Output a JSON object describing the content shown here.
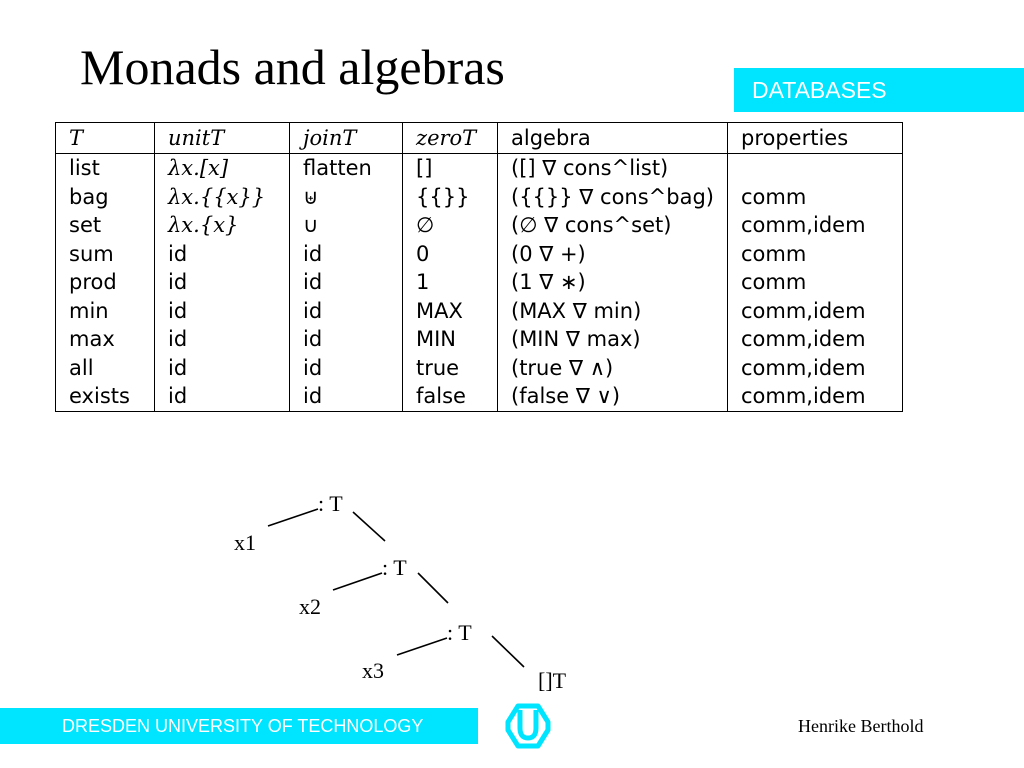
{
  "slide": {
    "title": "Monads and algebras",
    "banner": "DATABASES",
    "footer": "DRESDEN UNIVERSITY OF TECHNOLOGY",
    "author": "Henrike Berthold",
    "accent_color": "#00e5ff"
  },
  "table": {
    "headers": [
      "T",
      "unitT",
      "joinT",
      "zeroT",
      "algebra",
      "properties"
    ],
    "rows": [
      [
        "list",
        "λx.[x]",
        "flatten",
        "[]",
        "([] ∇ cons^list)",
        ""
      ],
      [
        "bag",
        "λx.{{x}}",
        "⊎",
        "{{}}",
        "({{}} ∇ cons^bag)",
        "comm"
      ],
      [
        "set",
        "λx.{x}",
        "∪",
        "∅",
        "(∅ ∇ cons^set)",
        "comm,idem"
      ],
      [
        "sum",
        "id",
        "id",
        "0",
        "(0 ∇ +)",
        "comm"
      ],
      [
        "prod",
        "id",
        "id",
        "1",
        "(1 ∇ ∗)",
        "comm"
      ],
      [
        "min",
        "id",
        "id",
        "MAX",
        "(MAX ∇ min)",
        "comm,idem"
      ],
      [
        "max",
        "id",
        "id",
        "MIN",
        "(MIN ∇ max)",
        "comm,idem"
      ],
      [
        "all",
        "id",
        "id",
        "true",
        "(true ∇ ∧)",
        "comm,idem"
      ],
      [
        "exists",
        "id",
        "id",
        "false",
        "(false ∇ ∨)",
        "comm,idem"
      ]
    ]
  },
  "tree": {
    "nodes": [
      ": T",
      ": T",
      ": T",
      "[]T"
    ],
    "leaves": [
      "x1",
      "x2",
      "x3"
    ]
  }
}
